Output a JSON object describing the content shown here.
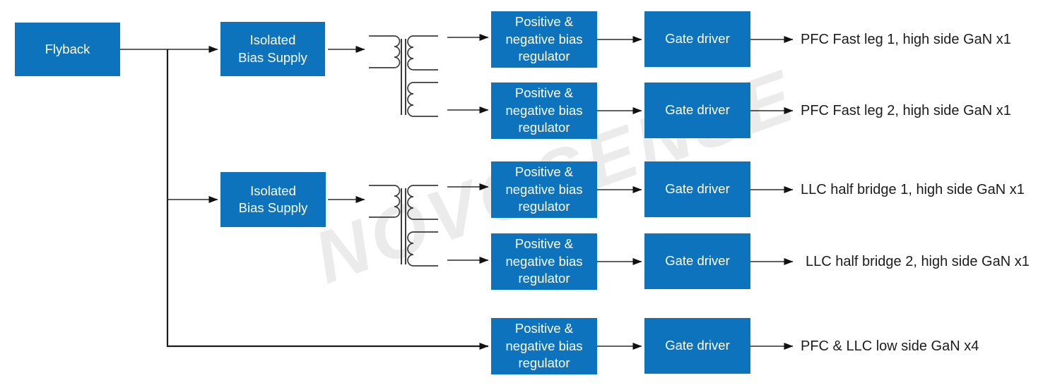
{
  "diagram": {
    "flyback": {
      "label": "Flyback"
    },
    "bias_supplies": [
      {
        "label": "Isolated\nBias Supply"
      },
      {
        "label": "Isolated\nBias Supply"
      }
    ],
    "rows": [
      {
        "regulator_label": "Positive &\nnegative bias\nregulator",
        "driver_label": "Gate driver",
        "output_label": "PFC Fast leg 1, high side GaN x1"
      },
      {
        "regulator_label": "Positive &\nnegative bias\nregulator",
        "driver_label": "Gate driver",
        "output_label": "PFC Fast leg 2, high side GaN x1"
      },
      {
        "regulator_label": "Positive &\nnegative bias\nregulator",
        "driver_label": "Gate driver",
        "output_label": "LLC half bridge 1, high side GaN x1"
      },
      {
        "regulator_label": "Positive &\nnegative bias\nregulator",
        "driver_label": "Gate driver",
        "output_label": "LLC half bridge 2, high side GaN x1"
      },
      {
        "regulator_label": "Positive &\nnegative bias\nregulator",
        "driver_label": "Gate driver",
        "output_label": "PFC & LLC low side GaN x4"
      }
    ],
    "watermark": "NOVOSENSE",
    "colors": {
      "block_fill": "#0d73bc",
      "block_text": "#ffffff",
      "connector": "#2b2b2b",
      "arrowhead": "#111111",
      "label_text": "#1c1c1c",
      "watermark": "#ebebeb"
    }
  }
}
